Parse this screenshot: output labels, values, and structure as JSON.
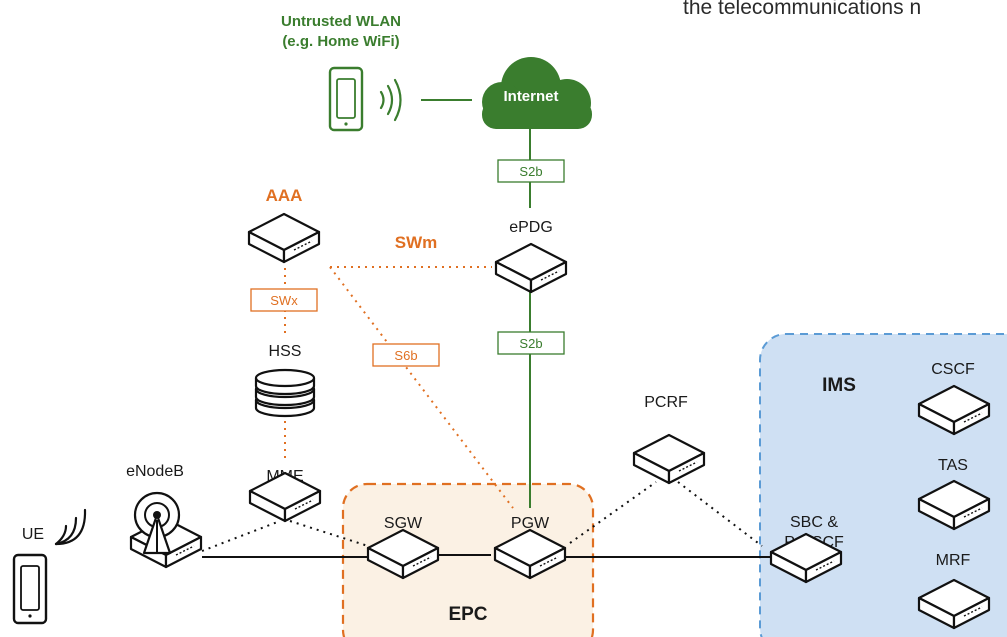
{
  "top_text": "the telecommunications n",
  "wlan": {
    "line1": "Untrusted WLAN",
    "line2": "(e.g. Home WiFi)"
  },
  "internet": "Internet",
  "interfaces": {
    "s2b_top": "S2b",
    "s2b_mid": "S2b",
    "swm": "SWm",
    "swx": "SWx",
    "s6b": "S6b"
  },
  "nodes": {
    "aaa": "AAA",
    "epdg": "ePDG",
    "hss": "HSS",
    "mme": "MME",
    "pcrf": "PCRF",
    "enodeb": "eNodeB",
    "ue": "UE",
    "sgw": "SGW",
    "pgw": "PGW",
    "sbc1": "SBC &",
    "sbc2": "P-CSCF",
    "cscf": "CSCF",
    "tas": "TAS",
    "mrf": "MRF"
  },
  "groups": {
    "epc": "EPC",
    "ims": "IMS"
  },
  "colors": {
    "green": "#3a7d2e",
    "orange": "#e07022",
    "ims_fill": "#cfe0f3",
    "ims_border": "#5b9bd5",
    "epc_fill": "#fbf1e4"
  }
}
